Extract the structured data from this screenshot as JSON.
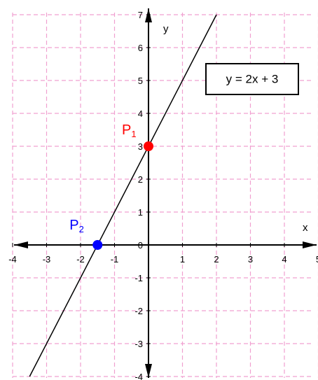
{
  "chart_data": {
    "type": "line",
    "title": "",
    "xlabel": "x",
    "ylabel": "y",
    "xlim": [
      -4,
      5
    ],
    "ylim": [
      -4,
      7
    ],
    "x_ticks": [
      -4,
      -3,
      -2,
      -1,
      0,
      1,
      2,
      3,
      4,
      5
    ],
    "y_ticks": [
      -4,
      -3,
      -2,
      -1,
      0,
      1,
      2,
      3,
      4,
      5,
      6,
      7
    ],
    "grid": true,
    "grid_color": "#f0a0d0",
    "line_color": "#000000",
    "series": [
      {
        "name": "",
        "x": [
          -3.5,
          2
        ],
        "y": [
          -4,
          7
        ]
      }
    ],
    "equation_box": {
      "text": "y = 2x + 3",
      "position": "top-right"
    },
    "points": [
      {
        "main": "P",
        "sub": "1",
        "x": 0,
        "y": 3,
        "color": "#ff0000"
      },
      {
        "main": "P",
        "sub": "2",
        "x": -1.5,
        "y": 0,
        "color": "#0000ff"
      }
    ]
  }
}
